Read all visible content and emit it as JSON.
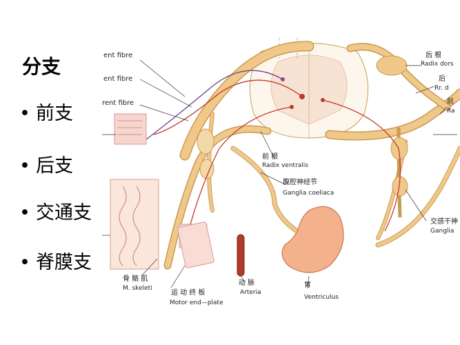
{
  "slide": {
    "title": "分支",
    "bullets": [
      "前支",
      "后支",
      "交通支",
      "脊膜支"
    ]
  },
  "figure": {
    "labels": {
      "fibre_1": "ent fibre",
      "fibre_2": "ent fibre",
      "fibre_3": "rent fibre",
      "radix_dorsalis_cn": "后   根",
      "radix_dorsalis_la": "Radix dors",
      "rr_dorsales_cn": "后",
      "rr_dorsales_la": "Rr. d",
      "ventral_ramus_cn": "前",
      "ventral_ramus_la": "Ra",
      "radix_ventralis_cn": "前    根",
      "radix_ventralis_la": "Radix ventralis",
      "ganglia_coeliaca_cn": "腹腔神经节",
      "ganglia_coeliaca_la": "Ganglia coeliaca",
      "sympathetic_cn": "交感干神",
      "sympathetic_la": "Ganglia",
      "m_skeleti_cn": "骨  骼  肌",
      "m_skeleti_la": "M. skeleti",
      "motor_end_plate_cn": "运  动  终  板",
      "motor_end_plate_la": "Motor end—plate",
      "arteria_cn": "动      脉",
      "arteria_la": "Arteria",
      "ventriculus_cn": "胃",
      "ventriculus_la": "Ventriculus"
    },
    "colors": {
      "nerve": "#f0c88a",
      "nerve_outline": "#c99a52",
      "cord_grey": "#f7e3d3",
      "cord_white": "#fdf6ec",
      "stomach": "#f3b28c",
      "artery": "#b23a2a",
      "fibre_red": "#c0392b",
      "fibre_purple": "#6b3c82"
    }
  }
}
